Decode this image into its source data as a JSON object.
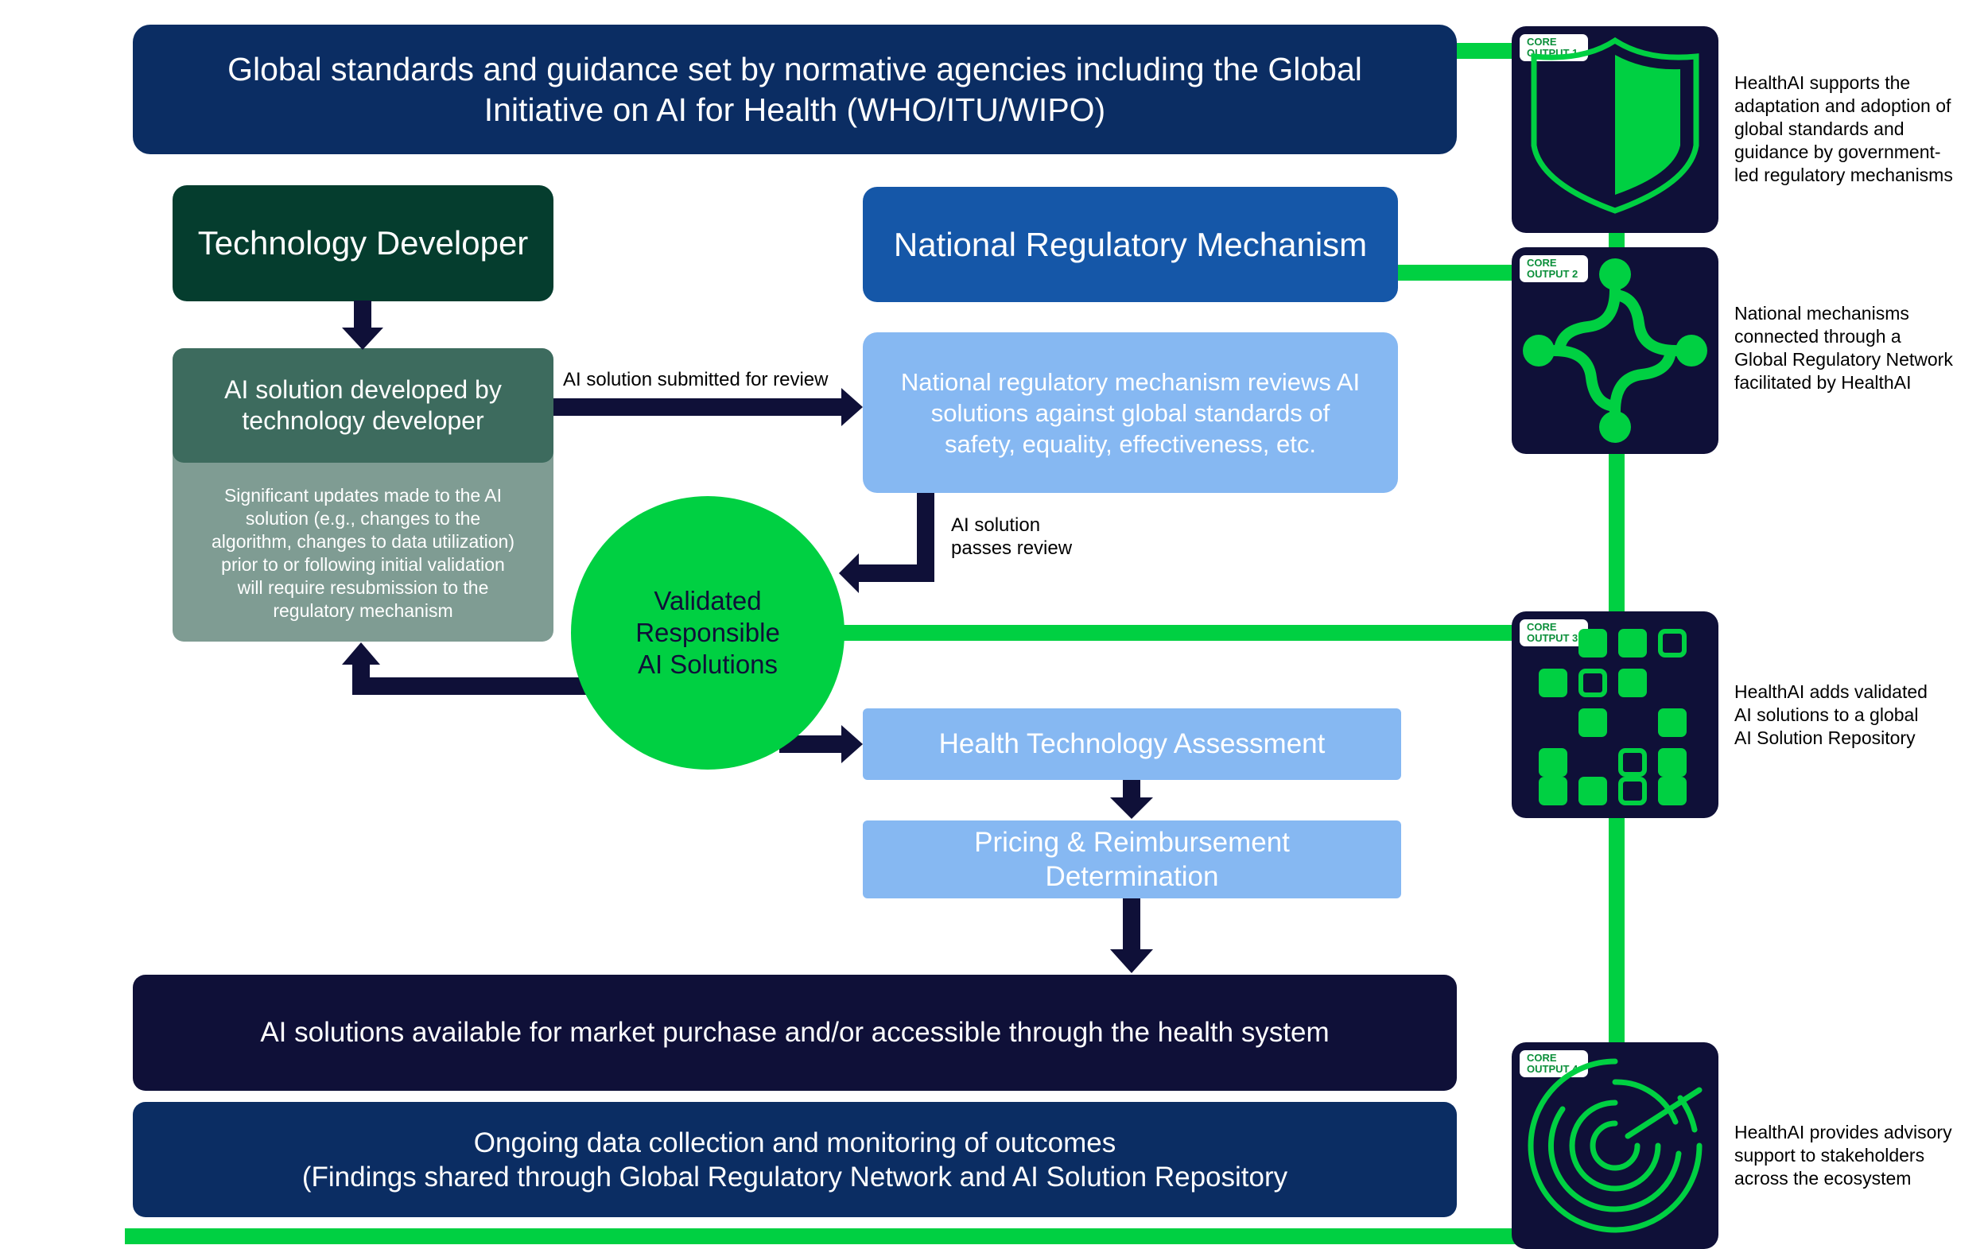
{
  "colors": {
    "green": "#00d042",
    "navy": "#0f1038",
    "dark_blue": "#0b2d63",
    "regulatory_blue": "#1557a8",
    "light_blue": "#86b8f2",
    "developer_green": "#053d2e",
    "ai_solution_green": "#3d6b5e",
    "update_grey": "#7f9c93"
  },
  "global_standards": "Global standards and guidance set by normative agencies including the Global\nInitiative on AI for Health (WHO/ITU/WIPO)",
  "technology_developer": "Technology Developer",
  "national_regulatory_mechanism": "National Regulatory Mechanism",
  "ai_solution_developed": "AI solution developed by\ntechnology developer",
  "significant_updates": "Significant updates made to the AI\nsolution (e.g., changes to the\nalgorithm, changes to data utilization)\nprior to or following initial validation\nwill require resubmission to the\nregulatory mechanism",
  "submitted_label": "AI solution submitted for review",
  "national_review": "National regulatory mechanism reviews AI\nsolutions against global standards of\nsafety, equality, effectiveness, etc.",
  "passes_review_label": "AI solution\npasses review",
  "validated_solutions": "Validated\nResponsible\nAI Solutions",
  "hta": "Health Technology Assessment",
  "pricing": "Pricing & Reimbursement\nDetermination",
  "market_available": "AI solutions available for market purchase and/or accessible through the health system",
  "ongoing_monitoring": "Ongoing data collection and monitoring of outcomes\n(Findings shared through Global Regulatory Network and AI Solution Repository",
  "core_outputs": [
    {
      "badge": "CORE\nOUTPUT 1",
      "icon": "shield-icon",
      "description": "HealthAI supports the\nadaptation and adoption of\nglobal standards and\nguidance by government-\nled regulatory mechanisms"
    },
    {
      "badge": "CORE\nOUTPUT 2",
      "icon": "network-icon",
      "description": "National mechanisms\nconnected through a\nGlobal Regulatory Network\nfacilitated by HealthAI"
    },
    {
      "badge": "CORE\nOUTPUT 3",
      "icon": "repository-grid-icon",
      "description": "HealthAI adds validated\nAI solutions to a global\nAI Solution Repository"
    },
    {
      "badge": "CORE\nOUTPUT 4",
      "icon": "maze-icon",
      "description": "HealthAI provides advisory\nsupport to stakeholders\nacross the ecosystem"
    }
  ]
}
